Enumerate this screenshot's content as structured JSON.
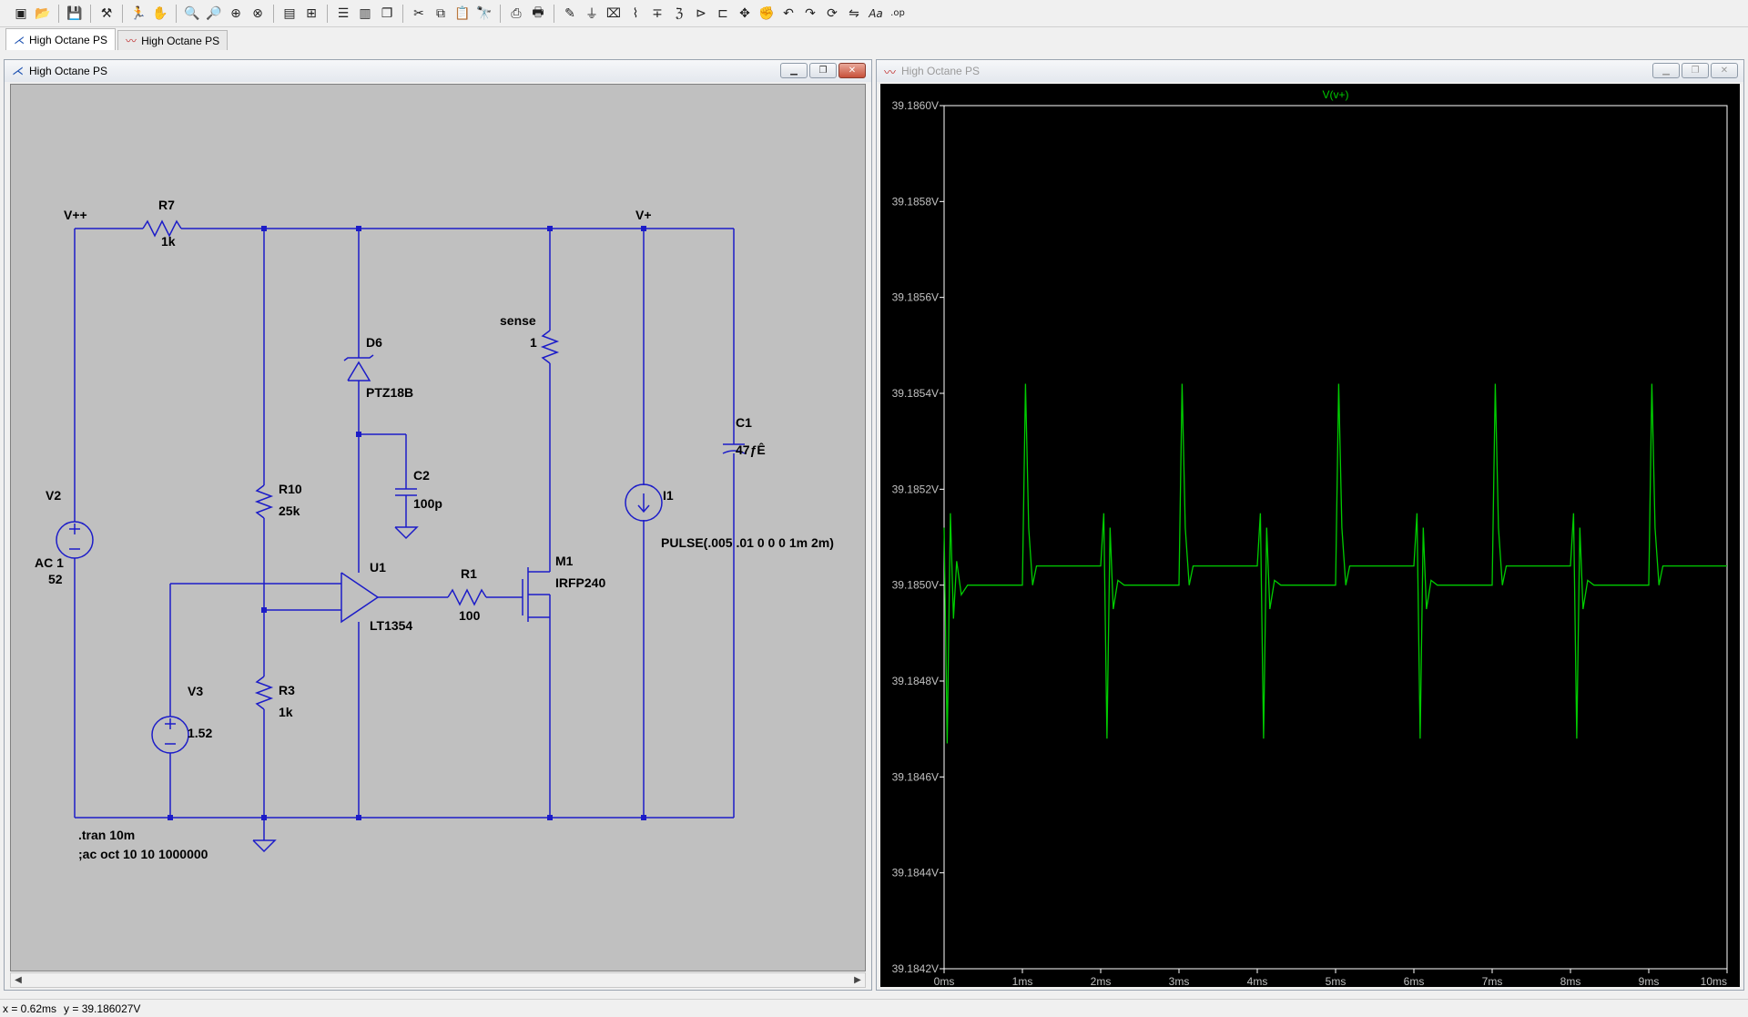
{
  "toolbar": {
    "icons": [
      "new-schematic-icon",
      "open-icon",
      "save-icon",
      "control-panel-icon",
      "run-icon",
      "halt-icon",
      "zoom-in-icon",
      "zoom-out-icon",
      "zoom-fit-icon",
      "zoom-cancel-icon",
      "autorange-icon",
      "grid-icon",
      "tile-horizontal-icon",
      "tile-vertical-icon",
      "cascade-icon",
      "cut-icon",
      "copy-icon",
      "paste-icon",
      "find-icon",
      "print-setup-icon",
      "print-icon",
      "wire-icon",
      "ground-icon",
      "label-icon",
      "resistor-icon",
      "capacitor-icon",
      "inductor-icon",
      "diode-icon",
      "component-icon",
      "move-icon",
      "drag-icon",
      "undo-icon",
      "redo-icon",
      "rotate-icon",
      "mirror-icon",
      "text-icon",
      "spice-directive-icon"
    ]
  },
  "tabs": [
    {
      "label": "High Octane PS",
      "icon": "schematic-icon",
      "active": true
    },
    {
      "label": "High Octane PS",
      "icon": "waveform-icon",
      "active": false
    }
  ],
  "schematic_window": {
    "title": "High Octane PS",
    "labels": {
      "v_pp": "V++",
      "v_p": "V+",
      "r7": "R7",
      "r7_val": "1k",
      "d6": "D6",
      "d6_val": "PTZ18B",
      "c2": "C2",
      "c2_val": "100p",
      "sense": "sense",
      "sense_val": "1",
      "c1": "C1",
      "c1_val": "47ƒÊ",
      "v2": "V2",
      "v2_ac": "AC 1",
      "v2_val": "52",
      "r10": "R10",
      "r10_val": "25k",
      "u1": "U1",
      "u1_val": "LT1354",
      "r1": "R1",
      "r1_val": "100",
      "m1": "M1",
      "m1_val": "IRFP240",
      "i1": "I1",
      "i1_val": "PULSE(.005 .01 0 0 0 1m 2m)",
      "v3": "V3",
      "v3_val": "1.52",
      "r3": "R3",
      "r3_val": "1k",
      "tran": ".tran 10m",
      "ac": ";ac oct 10 10 1000000"
    }
  },
  "waveform_window": {
    "title": "High Octane PS",
    "trace_color": "#00cc00"
  },
  "chart_data": {
    "type": "line",
    "title": "",
    "series": [
      {
        "name": "V(v+)"
      }
    ],
    "xlabel": "",
    "ylabel": "",
    "xlim": [
      0,
      10
    ],
    "ylim": [
      39.1842,
      39.186
    ],
    "x_ticks": [
      "0ms",
      "1ms",
      "2ms",
      "3ms",
      "4ms",
      "5ms",
      "6ms",
      "7ms",
      "8ms",
      "9ms",
      "10ms"
    ],
    "y_ticks": [
      "39.1860V",
      "39.1858V",
      "39.1856V",
      "39.1854V",
      "39.1852V",
      "39.1850V",
      "39.1848V",
      "39.1846V",
      "39.1844V",
      "39.1842V"
    ],
    "x": [
      0,
      0.04,
      0.08,
      0.12,
      0.16,
      0.22,
      0.3,
      0.5,
      0.9,
      1.0,
      1.04,
      1.08,
      1.13,
      1.18,
      1.26,
      1.6,
      2.0,
      2.04,
      2.08,
      2.12,
      2.16,
      2.22,
      2.3,
      2.5,
      2.9,
      3.0,
      3.04,
      3.08,
      3.13,
      3.18,
      3.26,
      3.6,
      4.0,
      4.04,
      4.08,
      4.12,
      4.16,
      4.22,
      4.3,
      4.5,
      4.9,
      5.0,
      5.04,
      5.08,
      5.13,
      5.18,
      5.26,
      5.6,
      6.0,
      6.04,
      6.08,
      6.12,
      6.16,
      6.22,
      6.3,
      6.5,
      6.9,
      7.0,
      7.04,
      7.08,
      7.13,
      7.18,
      7.26,
      7.6,
      8.0,
      8.04,
      8.08,
      8.12,
      8.16,
      8.22,
      8.3,
      8.5,
      8.9,
      9.0,
      9.04,
      9.08,
      9.13,
      9.18,
      9.26,
      10.0
    ],
    "y": [
      39.18512,
      39.18467,
      39.18515,
      39.18493,
      39.18505,
      39.18498,
      39.185,
      39.185,
      39.185,
      39.185,
      39.18542,
      39.18512,
      39.185,
      39.18504,
      39.18504,
      39.18504,
      39.18504,
      39.18515,
      39.18468,
      39.18512,
      39.18495,
      39.18501,
      39.185,
      39.185,
      39.185,
      39.185,
      39.18542,
      39.18512,
      39.185,
      39.18504,
      39.18504,
      39.18504,
      39.18504,
      39.18515,
      39.18468,
      39.18512,
      39.18495,
      39.18501,
      39.185,
      39.185,
      39.185,
      39.185,
      39.18542,
      39.18512,
      39.185,
      39.18504,
      39.18504,
      39.18504,
      39.18504,
      39.18515,
      39.18468,
      39.18512,
      39.18495,
      39.18501,
      39.185,
      39.185,
      39.185,
      39.185,
      39.18542,
      39.18512,
      39.185,
      39.18504,
      39.18504,
      39.18504,
      39.18504,
      39.18515,
      39.18468,
      39.18512,
      39.18495,
      39.18501,
      39.185,
      39.185,
      39.185,
      39.185,
      39.18542,
      39.18512,
      39.185,
      39.18504,
      39.18504,
      39.18504
    ],
    "grid": false,
    "background": "#000000",
    "axis_color": "#ffffff",
    "series_color": "#00cc00"
  },
  "status": {
    "x": "x = 0.62ms",
    "y": "y = 39.186027V"
  }
}
